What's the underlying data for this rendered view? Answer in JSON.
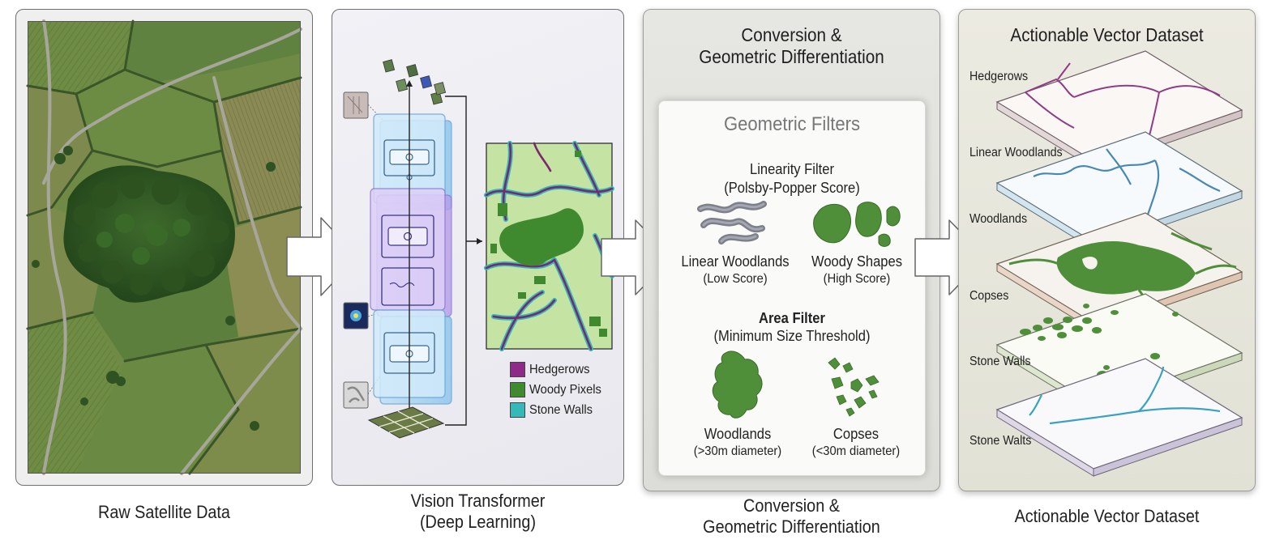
{
  "panels": {
    "satellite": {
      "caption": "Raw Satellite Data"
    },
    "transformer": {
      "caption_line1": "Vision Transformer",
      "caption_line2": "(Deep Learning)",
      "legend": [
        {
          "label": "Hedgerows",
          "color": "#8e2a88"
        },
        {
          "label": "Woody Pixels",
          "color": "#3f8a2e"
        },
        {
          "label": "Stone Walls",
          "color": "#34b8b8"
        }
      ]
    },
    "conversion": {
      "title_line1": "Conversion &",
      "title_line2": "Geometric Differentiation",
      "caption_line1": "Conversion &",
      "caption_line2": "Geometric Differentiation",
      "filters": {
        "heading": "Geometric Filters",
        "linearity_title": "Linearity Filter",
        "linearity_sub": "(Polsby-Popper Score)",
        "linear_label": "Linear Woodlands",
        "linear_sub": "(Low Score)",
        "woody_label": "Woody Shapes",
        "woody_sub": "(High Score)",
        "area_title": "Area Filter",
        "area_sub": "(Minimum Size Threshold)",
        "woodlands_label": "Woodlands",
        "woodlands_sub": "(>30m diameter)",
        "copses_label": "Copses",
        "copses_sub": "(<30m diameter)"
      }
    },
    "vector": {
      "title": "Actionable Vector Dataset",
      "caption": "Actionable Vector Dataset",
      "layers": [
        "Hedgerows",
        "Linear Woodlands",
        "Woodlands",
        "Copses",
        "Stone Walls",
        "Stone Walts"
      ]
    }
  },
  "colors": {
    "hedgerow": "#8e2a88",
    "woody": "#3f8a2e",
    "stonewall": "#34b8b8",
    "filter_shape_gray": "#7d7f8a",
    "filter_shape_green": "#4f8f3a"
  }
}
